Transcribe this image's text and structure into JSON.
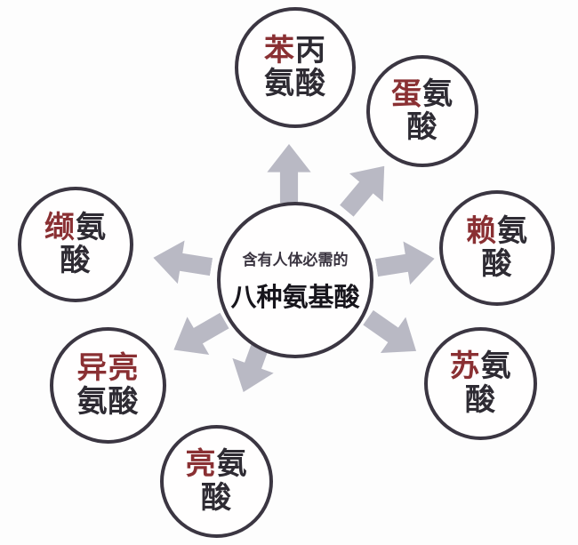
{
  "diagram": {
    "center": {
      "subtitle": "含有人体必需的",
      "title": "八种氨基酸"
    },
    "nodes": [
      {
        "name": "phenylalanine",
        "position": "top",
        "line1_highlight": "苯",
        "line1_rest": "丙",
        "line2": "氨酸"
      },
      {
        "name": "methionine",
        "position": "top-right",
        "line1_highlight": "蛋",
        "line1_rest": "氨",
        "line2": "酸"
      },
      {
        "name": "lysine",
        "position": "right",
        "line1_highlight": "赖",
        "line1_rest": "氨",
        "line2": "酸"
      },
      {
        "name": "threonine",
        "position": "bottom-right",
        "line1_highlight": "苏",
        "line1_rest": "氨",
        "line2": "酸"
      },
      {
        "name": "leucine",
        "position": "bottom",
        "line1_highlight": "亮",
        "line1_rest": "氨",
        "line2": "酸"
      },
      {
        "name": "isoleucine",
        "position": "bottom-left",
        "line1_highlight": "异亮",
        "line1_rest": "",
        "line2": "氨酸"
      },
      {
        "name": "valine",
        "position": "left",
        "line1_highlight": "缬",
        "line1_rest": "氨",
        "line2": "酸"
      }
    ],
    "arrows": [
      "up",
      "up-right",
      "right",
      "down-right",
      "down",
      "down-left",
      "left"
    ],
    "colors": {
      "circle_border": "#3b3642",
      "text": "#2e2b33",
      "highlight_text": "#8a3033",
      "arrow": "#b9b9c4",
      "background": "#fdfdfd"
    }
  }
}
